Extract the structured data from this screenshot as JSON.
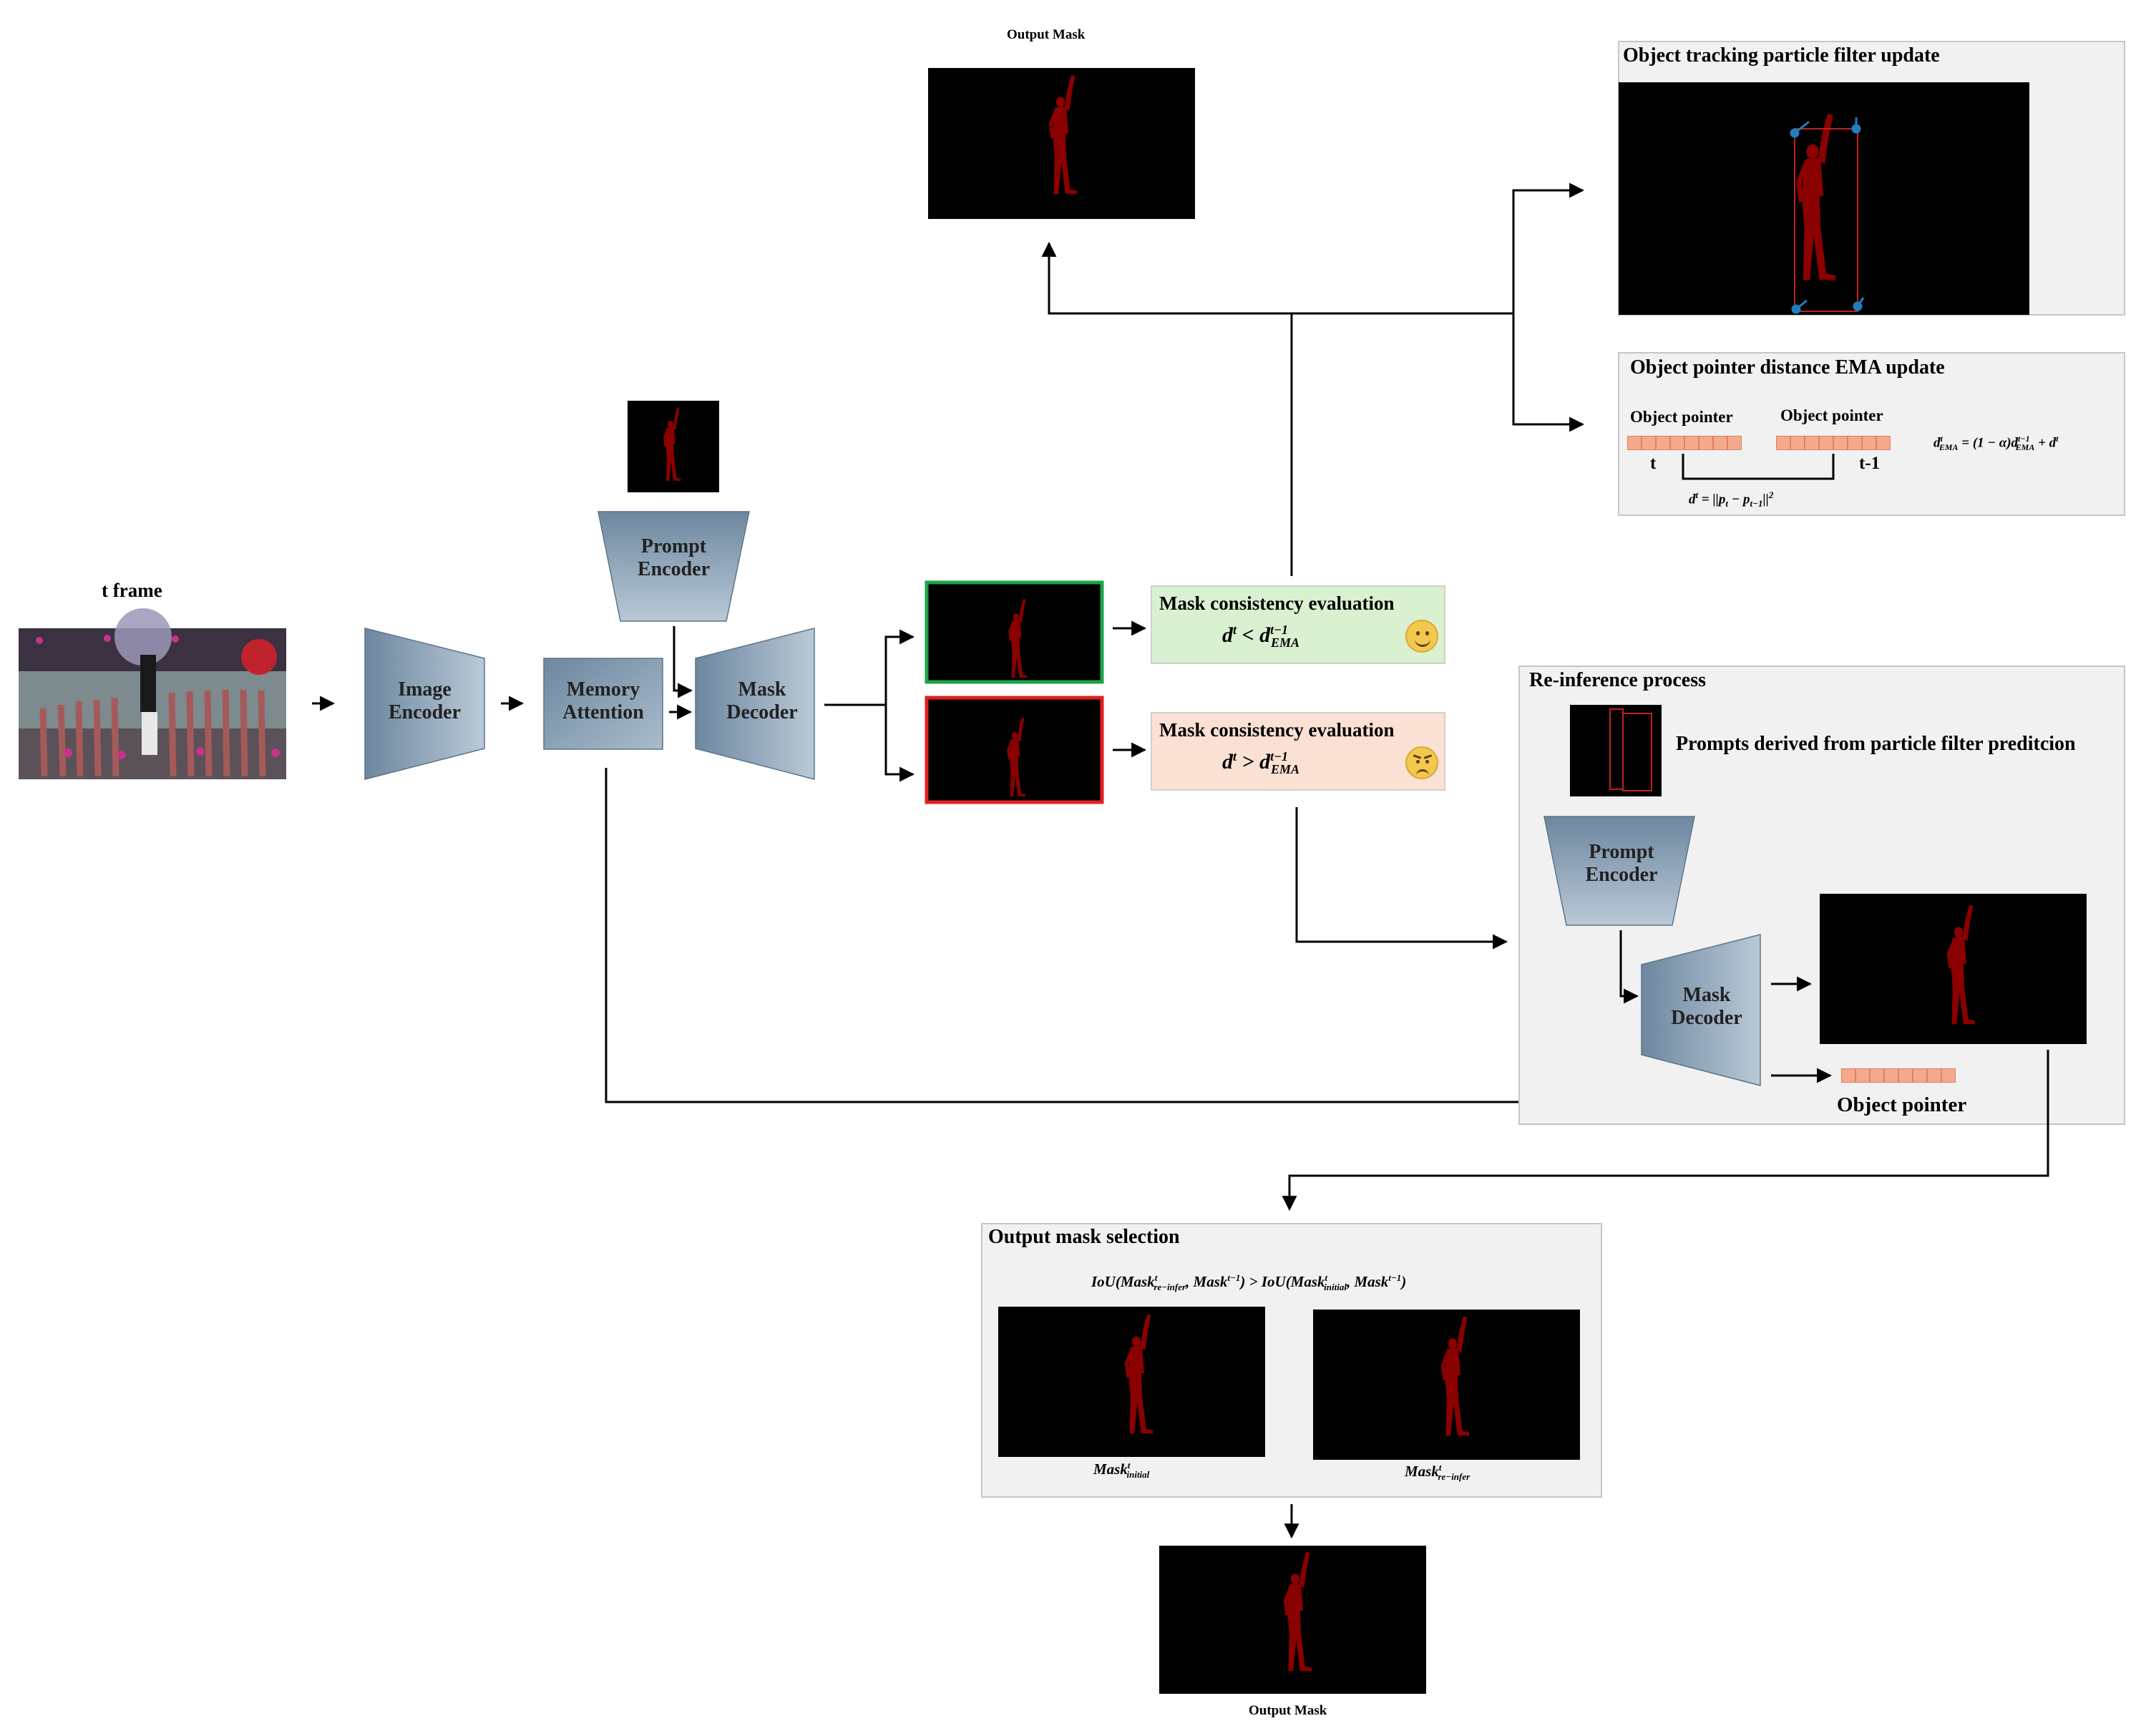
{
  "t_frame_label": "t frame",
  "image_encoder_label": [
    "Image",
    "Encoder"
  ],
  "memory_attention_label": [
    "Memory",
    "Attention"
  ],
  "prompt_encoder_label": [
    "Prompt",
    "Encoder"
  ],
  "mask_decoder_label": [
    "Mask",
    "Decoder"
  ],
  "output_mask_top_label": "Output Mask",
  "output_mask_bottom_label": "Output Mask",
  "eval_good": {
    "title": "Mask consistency evaluation",
    "condition": "d^t < d^{t-1}_EMA",
    "face": "happy"
  },
  "eval_bad": {
    "title": "Mask consistency evaluation",
    "condition": "d^t > d^{t-1}_EMA",
    "face": "angry"
  },
  "particle_filter_panel": {
    "title": "Object tracking particle filter update"
  },
  "ema_panel": {
    "title": "Object pointer distance EMA update",
    "pointer_t_label": "Object pointer",
    "pointer_t1_label": "Object pointer",
    "t_label": "t",
    "t1_label": "t-1",
    "distance_formula": "d^t = ||p_t − p_{t−1}||^2",
    "ema_formula": "d^t_EMA = (1 − α)d^{t−1}_EMA + d^t"
  },
  "reinference_panel": {
    "title": "Re-inference process",
    "prompts_label": "Prompts derived from particle filter preditcion",
    "prompt_encoder_label": [
      "Prompt",
      "Encoder"
    ],
    "mask_decoder_label": [
      "Mask",
      "Decoder"
    ],
    "object_pointer_label": "Object pointer"
  },
  "selection_panel": {
    "title": "Output mask selection",
    "criterion": "IoU(Mask^t_re-infer, Mask^{t−1}) > IoU(Mask^t_initial, Mask^{t−1})",
    "mask_initial_label": "Mask^t_initial",
    "mask_reinfer_label": "Mask^t_re-infer"
  },
  "colors": {
    "trapezoid_dark": "#6f8aa2",
    "trapezoid_light": "#b7c7d5",
    "mask_silhouette": "#8b0000",
    "good_border": "#1aa34a",
    "bad_border": "#e02020",
    "good_fill": "#d9f1d0",
    "bad_fill": "#fbe1d4",
    "pointer_fill": "#f4a98d",
    "tracking_accent": "#1e7fc0"
  }
}
